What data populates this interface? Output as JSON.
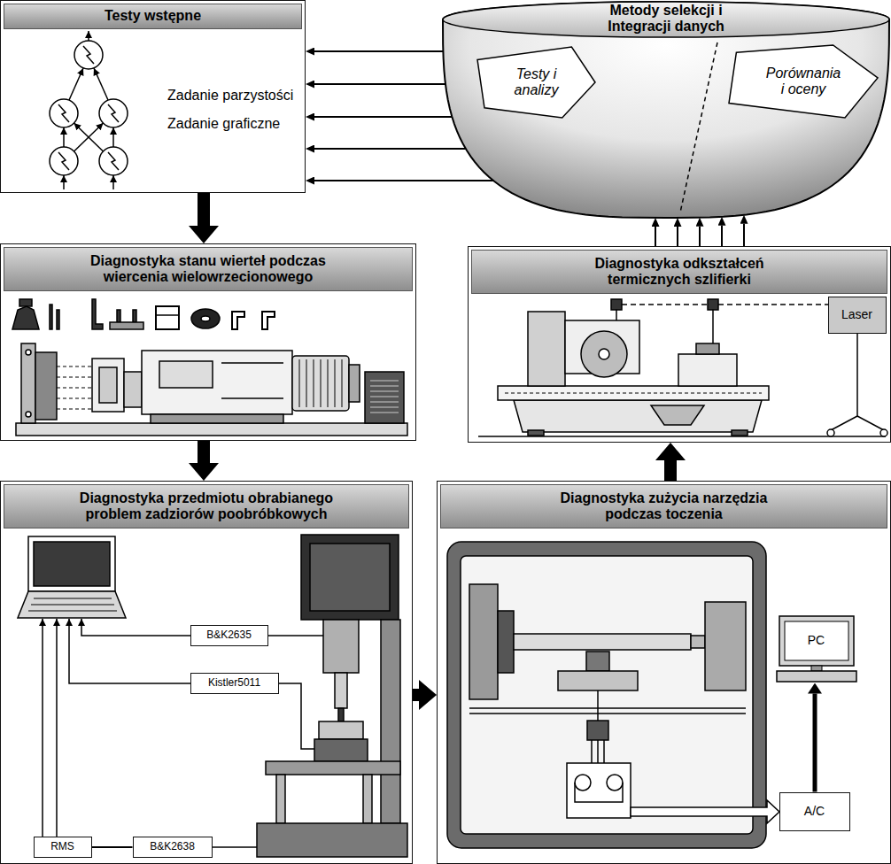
{
  "diagram": {
    "nodes": [
      {
        "text": [
          "Testy wstępne",
          "Zadanie parzystości",
          "Zadanie graficzne"
        ]
      },
      {
        "text": [
          "Metody selekcji i Integracji danych"
        ]
      },
      {
        "text": [
          "Testy i analizy"
        ],
        "in": 1
      },
      {
        "text": [
          "Porównania i oceny"
        ],
        "in": 1
      },
      {
        "text": [
          "Diagnostyka stanu wierteł podczas wiercenia wielowrzecionowego"
        ]
      },
      {
        "text": [
          "Diagnostyka odkształceń termicznych szlifierki"
        ]
      },
      {
        "text": [
          "Laser"
        ],
        "in": 5
      },
      {
        "text": [
          "Diagnostyka przedmiotu obrabianego problem zadziorów poobróbkowych"
        ]
      },
      {
        "text": [
          "B&K2635"
        ],
        "in": 7
      },
      {
        "text": [
          "Kistler5011"
        ],
        "in": 7
      },
      {
        "text": [
          "RMS"
        ],
        "in": 7
      },
      {
        "text": [
          "B&K2638"
        ],
        "in": 7
      },
      {
        "text": [
          "Diagnostyka zużycia narzędzia podczas toczenia"
        ]
      },
      {
        "text": [
          "PC"
        ],
        "in": 12
      },
      {
        "text": [
          "A/C"
        ],
        "in": 12
      }
    ],
    "edges": [
      {
        "from": 1,
        "to": 0,
        "arrow": "to"
      },
      {
        "from": 1,
        "to": 0,
        "arrow": "to"
      },
      {
        "from": 1,
        "to": 0,
        "arrow": "to"
      },
      {
        "from": 1,
        "to": 0,
        "arrow": "to"
      },
      {
        "from": 1,
        "to": 0,
        "arrow": "to"
      },
      {
        "from": 0,
        "to": 4,
        "arrow": "to"
      },
      {
        "from": 4,
        "to": 7,
        "arrow": "to"
      },
      {
        "from": 7,
        "to": 12,
        "arrow": "to"
      },
      {
        "from": 12,
        "to": 5,
        "arrow": "to"
      },
      {
        "from": 5,
        "to": 1,
        "arrow": "to"
      },
      {
        "from": 5,
        "to": 1,
        "arrow": "to"
      },
      {
        "from": 5,
        "to": 1,
        "arrow": "to"
      },
      {
        "from": 5,
        "to": 1,
        "arrow": "to"
      },
      {
        "from": 5,
        "to": 1,
        "arrow": "to"
      },
      {
        "from": 10,
        "to": 11,
        "arrow": "none"
      },
      {
        "from": 14,
        "to": 13,
        "arrow": "to"
      }
    ]
  }
}
